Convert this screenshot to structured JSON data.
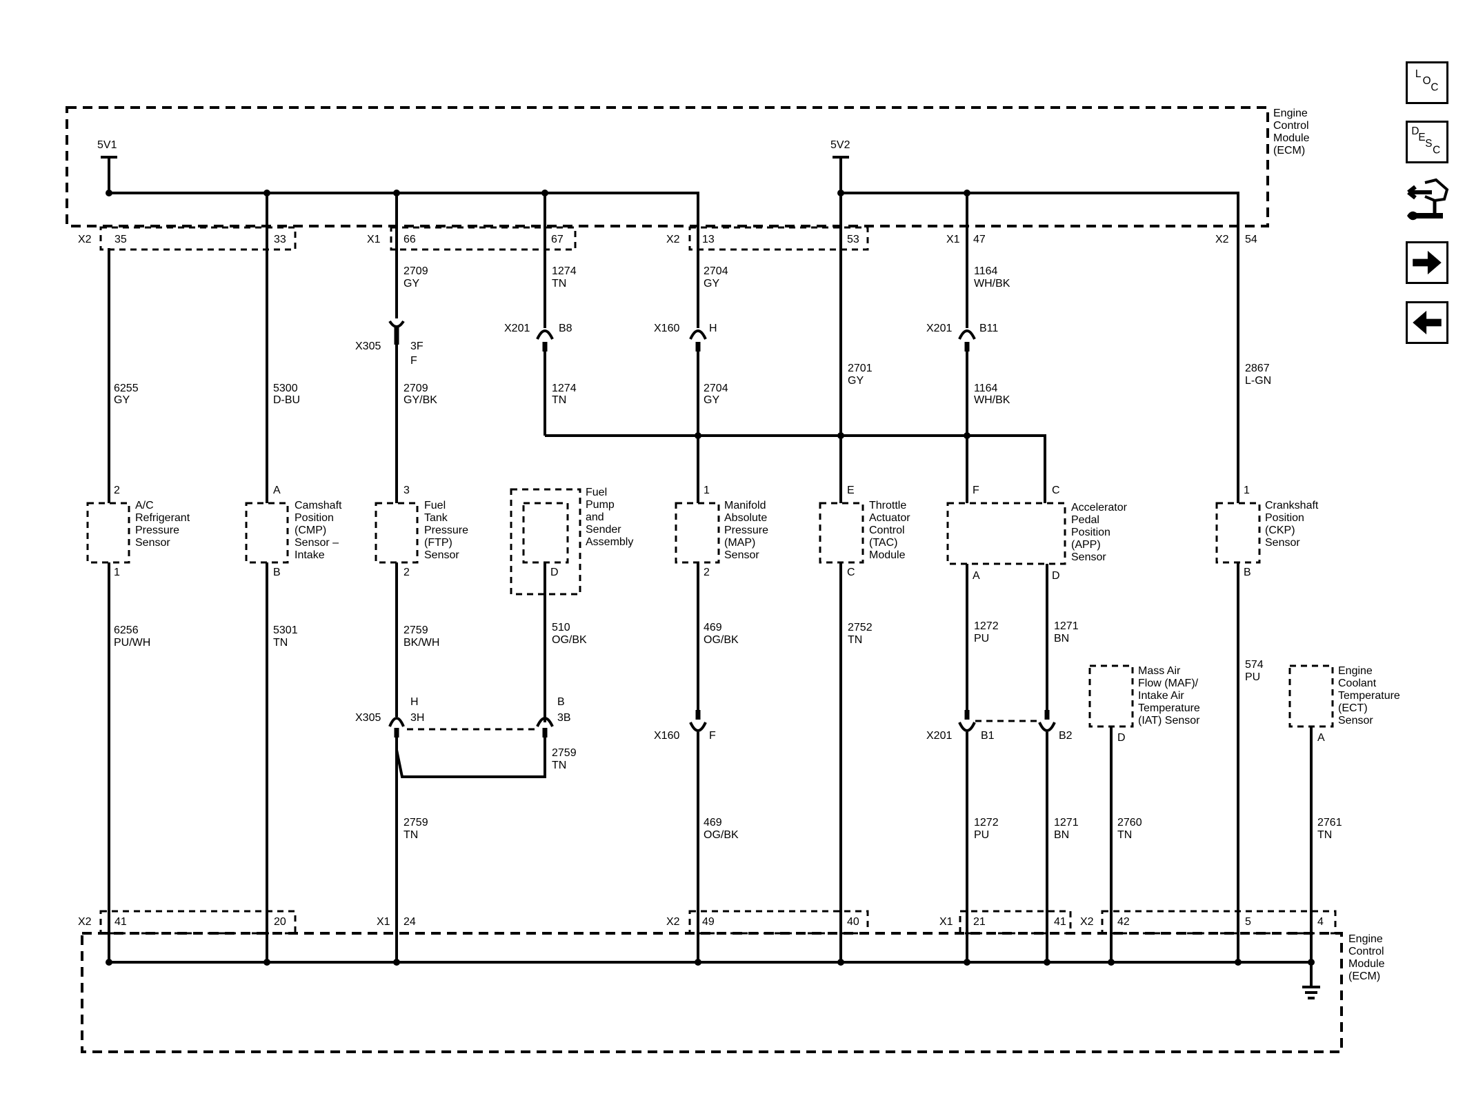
{
  "sidebar": {
    "loc": {
      "l1": "L",
      "l2": "O",
      "l3": "C"
    },
    "desc": {
      "l1": "D",
      "l2": "E",
      "l3": "S",
      "l4": "C"
    }
  },
  "ecm_top": {
    "l1": "Engine",
    "l2": "Control",
    "l3": "Module",
    "l4": "(ECM)"
  },
  "ecm_bottom": {
    "l1": "Engine",
    "l2": "Control",
    "l3": "Module",
    "l4": "(ECM)"
  },
  "supply": {
    "a": "5V1",
    "b": "5V2"
  },
  "pins_top": [
    {
      "conn": "X2",
      "pin": "35"
    },
    {
      "pin": "33"
    },
    {
      "conn": "X1",
      "pin": "66"
    },
    {
      "pin": "67"
    },
    {
      "conn": "X2",
      "pin": "13"
    },
    {
      "pin": "53"
    },
    {
      "conn": "X1",
      "pin": "47"
    },
    {
      "conn": "X2",
      "pin": "54"
    }
  ],
  "pins_bottom": [
    {
      "conn": "X2",
      "pin": "41"
    },
    {
      "pin": "20"
    },
    {
      "conn": "X1",
      "pin": "24"
    },
    {
      "conn": "X2",
      "pin": "49"
    },
    {
      "pin": "40"
    },
    {
      "conn": "X1",
      "pin": "21"
    },
    {
      "pin": "41"
    },
    {
      "conn": "X2",
      "pin": "42"
    },
    {
      "pin": "5"
    },
    {
      "pin": "4"
    }
  ],
  "wires": {
    "w2709a": {
      "n": "2709",
      "c": "GY"
    },
    "w1274a": {
      "n": "1274",
      "c": "TN"
    },
    "w2704a": {
      "n": "2704",
      "c": "GY"
    },
    "w1164a": {
      "n": "1164",
      "c": "WH/BK"
    },
    "w6255": {
      "n": "6255",
      "c": "GY"
    },
    "w5300": {
      "n": "5300",
      "c": "D-BU"
    },
    "w2709b": {
      "n": "2709",
      "c": "GY/BK"
    },
    "w1274b": {
      "n": "1274",
      "c": "TN"
    },
    "w2704b": {
      "n": "2704",
      "c": "GY"
    },
    "w2701": {
      "n": "2701",
      "c": "GY"
    },
    "w1164b": {
      "n": "1164",
      "c": "WH/BK"
    },
    "w2867": {
      "n": "2867",
      "c": "L-GN"
    },
    "w6256": {
      "n": "6256",
      "c": "PU/WH"
    },
    "w5301": {
      "n": "5301",
      "c": "TN"
    },
    "w2759a": {
      "n": "2759",
      "c": "BK/WH"
    },
    "w510": {
      "n": "510",
      "c": "OG/BK"
    },
    "w469a": {
      "n": "469",
      "c": "OG/BK"
    },
    "w2752": {
      "n": "2752",
      "c": "TN"
    },
    "w1272a": {
      "n": "1272",
      "c": "PU"
    },
    "w1271a": {
      "n": "1271",
      "c": "BN"
    },
    "w574": {
      "n": "574",
      "c": "PU"
    },
    "w2759b": {
      "n": "2759",
      "c": "TN"
    },
    "w2759c": {
      "n": "2759",
      "c": "TN"
    },
    "w469b": {
      "n": "469",
      "c": "OG/BK"
    },
    "w1272b": {
      "n": "1272",
      "c": "PU"
    },
    "w1271b": {
      "n": "1271",
      "c": "BN"
    },
    "w2760": {
      "n": "2760",
      "c": "TN"
    },
    "w2761": {
      "n": "2761",
      "c": "TN"
    }
  },
  "inline": {
    "x305a": {
      "conn": "X305",
      "pin": "3F",
      "sub": "F"
    },
    "x201a": {
      "conn": "X201",
      "pin": "B8"
    },
    "x160a": {
      "conn": "X160",
      "pin": "H"
    },
    "x201b": {
      "conn": "X201",
      "pin": "B11"
    },
    "x305b": {
      "conn": "X305",
      "top": "H",
      "pin": "3H"
    },
    "x305c": {
      "top": "B",
      "pin": "3B"
    },
    "x160b": {
      "conn": "X160",
      "pin": "F"
    },
    "x201c": {
      "conn": "X201",
      "pin": "B1"
    },
    "x201d": {
      "pin": "B2"
    }
  },
  "components": {
    "ac": {
      "top": "2",
      "bottom": "1",
      "l1": "A/C",
      "l2": "Refrigerant",
      "l3": "Pressure",
      "l4": "Sensor"
    },
    "cmp": {
      "top": "A",
      "bottom": "B",
      "l1": "Camshaft",
      "l2": "Position",
      "l3": "(CMP)",
      "l4": "Sensor –",
      "l5": "Intake"
    },
    "ftp": {
      "top": "3",
      "bottom": "2",
      "l1": "Fuel",
      "l2": "Tank",
      "l3": "Pressure",
      "l4": "(FTP)",
      "l5": "Sensor"
    },
    "fuelpump": {
      "bottom": "D",
      "l1": "Fuel",
      "l2": "Pump",
      "l3": "and",
      "l4": "Sender",
      "l5": "Assembly"
    },
    "map": {
      "top": "1",
      "bottom": "2",
      "l1": "Manifold",
      "l2": "Absolute",
      "l3": "Pressure",
      "l4": "(MAP)",
      "l5": "Sensor"
    },
    "tac": {
      "top": "E",
      "bottom": "C",
      "l1": "Throttle",
      "l2": "Actuator",
      "l3": "Control",
      "l4": "(TAC)",
      "l5": "Module"
    },
    "app": {
      "topF": "F",
      "topC": "C",
      "botA": "A",
      "botD": "D",
      "l1": "Accelerator",
      "l2": "Pedal",
      "l3": "Position",
      "l4": "(APP)",
      "l5": "Sensor"
    },
    "ckp": {
      "top": "1",
      "bottom": "B",
      "l1": "Crankshaft",
      "l2": "Position",
      "l3": "(CKP)",
      "l4": "Sensor"
    },
    "maf": {
      "bottom": "D",
      "l1": "Mass Air",
      "l2": "Flow (MAF)/",
      "l3": "Intake Air",
      "l4": "Temperature",
      "l5": "(IAT) Sensor"
    },
    "ect": {
      "bottom": "A",
      "l1": "Engine",
      "l2": "Coolant",
      "l3": "Temperature",
      "l4": "(ECT)",
      "l5": "Sensor"
    }
  }
}
